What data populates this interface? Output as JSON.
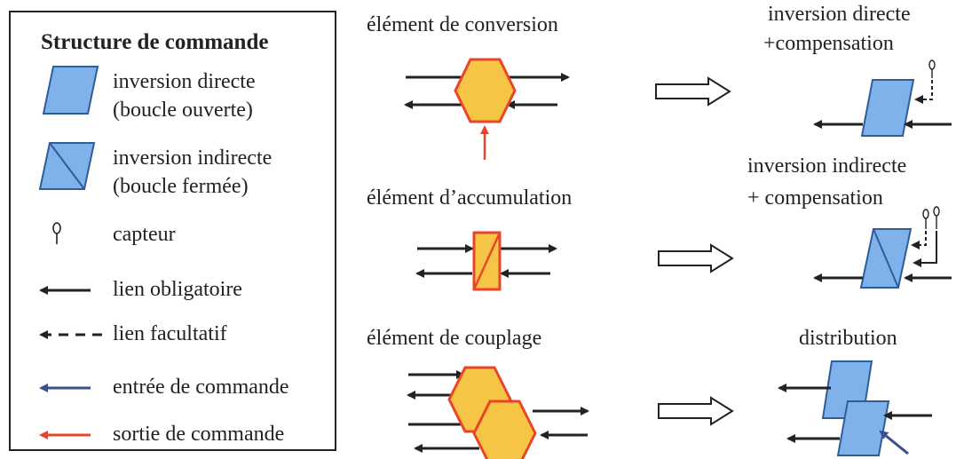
{
  "legend": {
    "title": "Structure de commande",
    "direct_inversion_line1": "inversion directe",
    "direct_inversion_line2": "(boucle ouverte)",
    "indirect_inversion_line1": "inversion indirecte",
    "indirect_inversion_line2": "(boucle fermée)",
    "sensor": "capteur",
    "mandatory_link": "lien obligatoire",
    "optional_link": "lien facultatif",
    "control_input": "entrée de commande",
    "control_output": "sortie de commande"
  },
  "elements": {
    "conversion": "élément de conversion",
    "accumulation": "élément d’accumulation",
    "coupling": "élément de couplage"
  },
  "results": {
    "direct_line1": "inversion directe",
    "direct_line2": "+compensation",
    "indirect_line1": "inversion indirecte",
    "indirect_line2": "+ compensation",
    "distribution": "distribution"
  },
  "colors": {
    "element_fill": "#f7c545",
    "element_stroke": "#e8452a",
    "control_block_fill": "#7fb2ea",
    "control_block_stroke": "#2f5d9a",
    "link_black": "#222222",
    "control_input_blue": "#3a4f8f",
    "control_output_red": "#e8452a"
  }
}
